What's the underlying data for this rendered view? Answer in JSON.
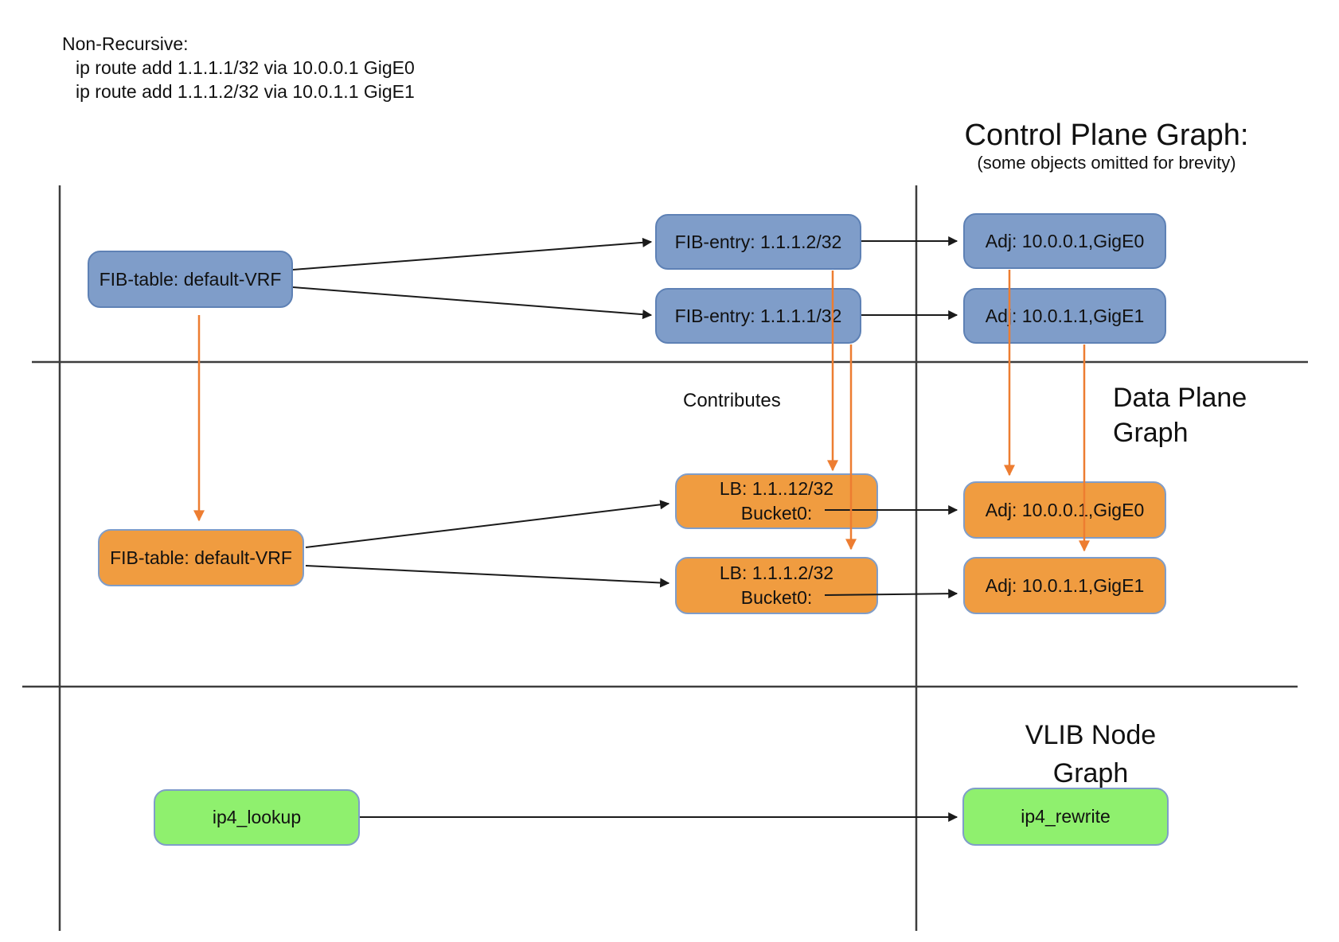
{
  "colors": {
    "node_blue_fill": "#7f9dc9",
    "node_blue_border": "#5e81b5",
    "node_orange_fill": "#f09c40",
    "node_orange_border": "#7f9dc9",
    "node_green_fill": "#8ff06e",
    "node_green_border": "#7f9dc9",
    "arrow_orange": "#ed7d31",
    "arrow_black": "#1a1a1a",
    "divider_gray": "#3d3d3d",
    "text_black": "#111111"
  },
  "header": {
    "non_recursive_title": "Non-Recursive:",
    "route_command_1": "ip route add 1.1.1.1/32 via 10.0.0.1 GigE0",
    "route_command_2": "ip route add 1.1.1.2/32 via 10.0.1.1 GigE1"
  },
  "sections": {
    "control_plane": {
      "title": "Control Plane Graph:",
      "subtitle": "(some objects omitted for brevity)"
    },
    "data_plane": {
      "title_line1": "Data Plane",
      "title_line2": "Graph"
    },
    "vlib": {
      "title_line1": "VLIB Node",
      "title_line2": "Graph"
    }
  },
  "labels": {
    "contributes": "Contributes"
  },
  "nodes": {
    "cp_fib_table": "FIB-table: default-VRF",
    "cp_fib_entry_1112": "FIB-entry: 1.1.1.2/32",
    "cp_fib_entry_1111": "FIB-entry: 1.1.1.1/32",
    "cp_adj_gige0": "Adj: 10.0.0.1,GigE0",
    "cp_adj_gige1": "Adj: 10.0.1.1,GigE1",
    "dp_fib_table": "FIB-table: default-VRF",
    "dp_lb1_line1": "LB: 1.1..12/32",
    "dp_lb1_line2": "Bucket0:",
    "dp_lb2_line1": "LB: 1.1.1.2/32",
    "dp_lb2_line2": "Bucket0:",
    "dp_adj_gige0": "Adj: 10.0.0.1,GigE0",
    "dp_adj_gige1": "Adj: 10.0.1.1,GigE1",
    "vlib_ip4_lookup": "ip4_lookup",
    "vlib_ip4_rewrite": "ip4_rewrite"
  }
}
